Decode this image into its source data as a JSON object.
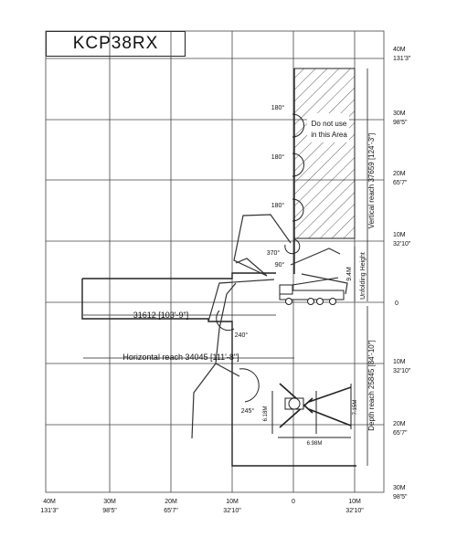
{
  "model_name": "KCP38RX",
  "scale_right": [
    {
      "m": "40M",
      "ft": "131'3\""
    },
    {
      "m": "30M",
      "ft": "98'5\""
    },
    {
      "m": "20M",
      "ft": "65'7\""
    },
    {
      "m": "10M",
      "ft": "32'10\""
    },
    {
      "m": "0",
      "ft": ""
    },
    {
      "m": "10M",
      "ft": "32'10\""
    },
    {
      "m": "20M",
      "ft": "65'7\""
    },
    {
      "m": "30M",
      "ft": "98'5\""
    }
  ],
  "scale_bottom": [
    {
      "m": "40M",
      "ft": "131'3\""
    },
    {
      "m": "30M",
      "ft": "98'5\""
    },
    {
      "m": "20M",
      "ft": "65'7\""
    },
    {
      "m": "10M",
      "ft": "32'10\""
    },
    {
      "m": "0",
      "ft": ""
    },
    {
      "m": "10M",
      "ft": "32'10\""
    }
  ],
  "no_use_line1": "Do not use",
  "no_use_line2": "in this Area",
  "angles": {
    "a1": "180°",
    "a2": "180°",
    "a3": "180°",
    "a4": "370°",
    "a5": "90°",
    "a6": "240°",
    "a7": "245°"
  },
  "vertical_reach": "Vertical reach 37659 [124'-3\"]",
  "depth_reach": "Depth reach 25845 [84'-10\"]",
  "horizontal_reach": "Horizontal reach 34045 [111'-8\"]",
  "dim_31612": "31612 [103'-9\"]",
  "unfolding_height": "Unfolding Height",
  "unfolding_value": "9.4M",
  "outrigger": {
    "left": "6.18M",
    "right": "7.15M",
    "bottom": "6.98M"
  }
}
